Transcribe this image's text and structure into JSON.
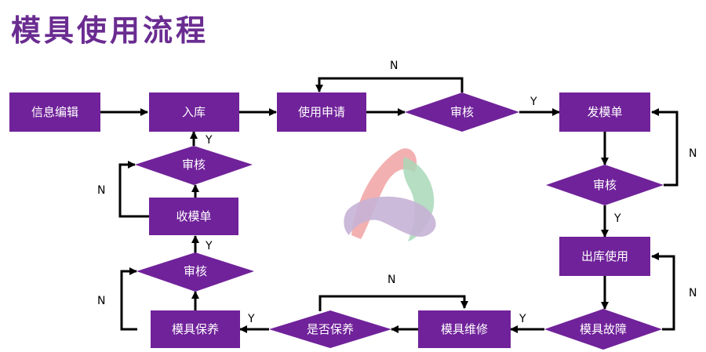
{
  "title": "模具使用流程",
  "colors": {
    "node_fill": "#70229a",
    "arrow": "#000000",
    "title": "#6a2c91",
    "logo": [
      "#f2a7a7",
      "#a9d8b8",
      "#c7b3d6"
    ]
  },
  "nodes": {
    "info": "信息编辑",
    "warehouse_in": "入库",
    "use_request": "使用申请",
    "review_use": "审核",
    "issue_form": "发模单",
    "review_issue": "审核",
    "out_use": "出库使用",
    "fault": "模具故障",
    "repair": "模具维修",
    "maintain_q": "是否保养",
    "maintain": "模具保养",
    "review_maint": "审核",
    "collect_form": "收模单",
    "review_collect": "审核"
  },
  "edges": {
    "y_review_use": "Y",
    "n_review_use": "N",
    "n_review_issue": "N",
    "y_review_issue": "Y",
    "n_fault": "N",
    "y_fault": "Y",
    "n_maintain_q": "N",
    "y_maintain_q": "Y",
    "n_review_maint": "N",
    "y_review_maint": "Y",
    "n_review_collect": "N",
    "y_review_collect": "Y"
  }
}
